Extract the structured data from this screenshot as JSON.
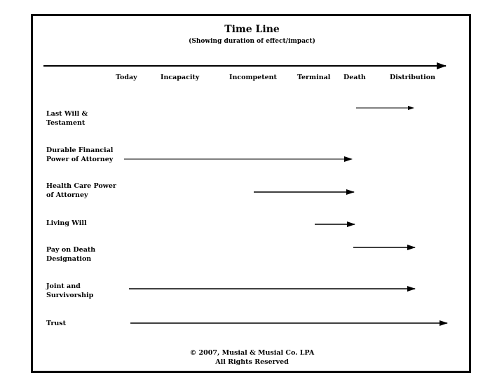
{
  "title": "Time Line",
  "subtitle": "(Showing duration of effect/impact)",
  "stages": [
    "Today",
    "Incapacity",
    "Incompetent",
    "Terminal",
    "Death",
    "Distribution"
  ],
  "rows": [
    {
      "label_line1": "Last Will &",
      "label_line2": "Testament",
      "from": "Death",
      "to": "Distribution"
    },
    {
      "label_line1": "Durable Financial",
      "label_line2": "Power of Attorney",
      "from": "Today",
      "to": "Death"
    },
    {
      "label_line1": "Health Care Power",
      "label_line2": "of Attorney",
      "from": "Incompetent",
      "to": "Death"
    },
    {
      "label_line1": "Living Will",
      "label_line2": "",
      "from": "Terminal",
      "to": "Death"
    },
    {
      "label_line1": "Pay on Death",
      "label_line2": "Designation",
      "from": "Death",
      "to": "Distribution"
    },
    {
      "label_line1": "Joint and",
      "label_line2": "Survivorship",
      "from": "Today",
      "to": "Distribution"
    },
    {
      "label_line1": "Trust",
      "label_line2": "",
      "from": "Today",
      "to": "End"
    }
  ],
  "footer": {
    "line1": "© 2007, Musial & Musial Co. LPA",
    "line2": "All Rights Reserved"
  }
}
